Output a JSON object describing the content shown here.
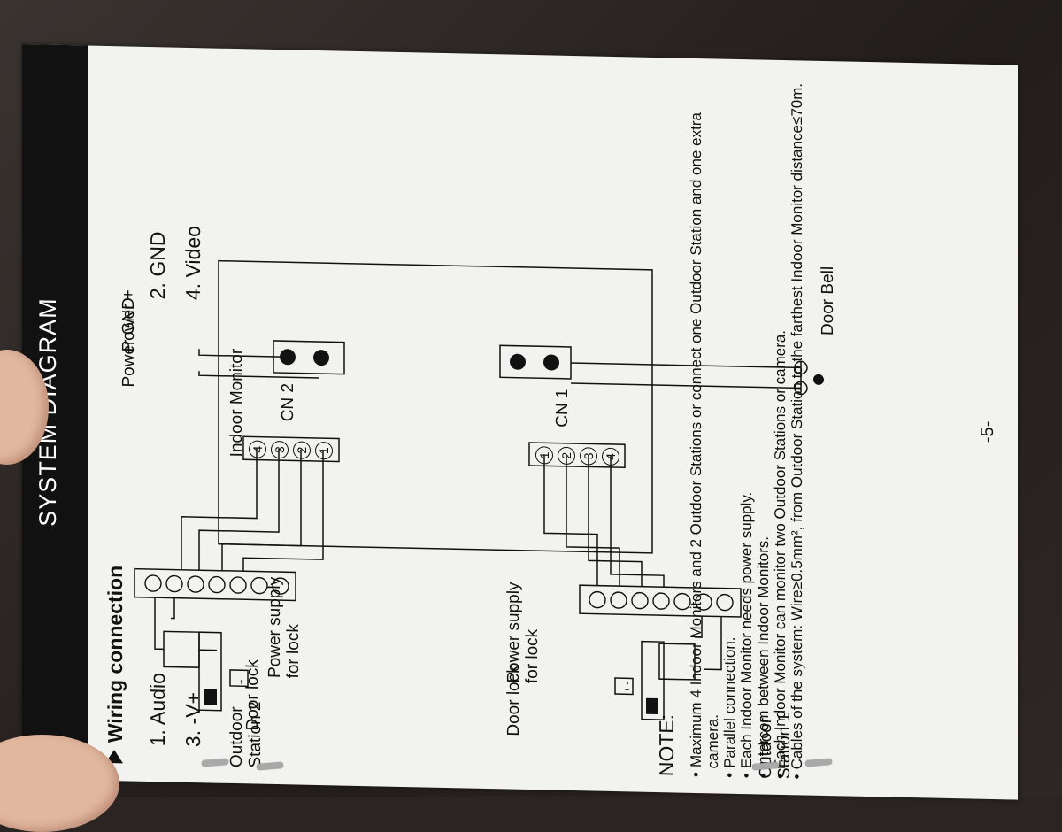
{
  "banner": {
    "title": "SYSTEM DIAGRAM"
  },
  "section": {
    "title": "Wiring connection"
  },
  "legend": {
    "item1": "1. Audio",
    "item2": "2. GND",
    "item3": "3. -V+",
    "item4": "4. Video"
  },
  "diagram": {
    "indoor_monitor": "Indoor Monitor",
    "power_plus": "Power +",
    "power_gnd": "Power GND",
    "cn2": "CN 2",
    "cn1": "CN 1",
    "cn2_pins": [
      "4",
      "3",
      "2",
      "1"
    ],
    "cn1_pins": [
      "1",
      "2",
      "3",
      "4"
    ],
    "door_bell": "Door Bell",
    "outdoor_station_2": [
      "Outdoor",
      "Station 2"
    ],
    "outdoor_station_1": [
      "Outdoor",
      "Station 1"
    ],
    "power_supply_left": [
      "Power supply",
      "for lock"
    ],
    "power_supply_right": [
      "Power supply",
      "for lock"
    ],
    "door_lock_left": "Door lock",
    "door_lock_right": "Door lock",
    "battery_symbol": "+ -"
  },
  "notes": {
    "title": "NOTE:",
    "items": [
      "Maximum 4 Indoor Monitors and 2 Outdoor Stations or connect one Outdoor Station and one extra camera.",
      "Parallel connection.",
      "Each Indoor Monitor needs power supply.",
      "Intercom between Indoor Monitors.",
      "Each Indoor Monitor can monitor two Outdoor Stations or camera.",
      "Cables of the system: Wire≥0.5mm², from Outdoor Station to the farthest Indoor Monitor distance≤70m."
    ]
  },
  "page_number": "-5-"
}
